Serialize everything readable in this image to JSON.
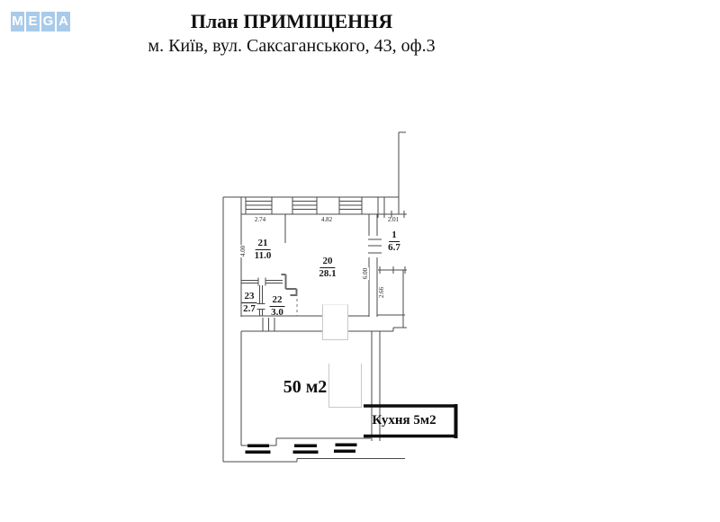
{
  "logo": {
    "letters": [
      "M",
      "E",
      "G",
      "A"
    ]
  },
  "header": {
    "title": "План ПРИМІЩЕННЯ",
    "subtitle": "м. Київ, вул. Саксаганського, 43, оф.3"
  },
  "plan": {
    "rooms": [
      {
        "number": "21",
        "area": "11.0"
      },
      {
        "number": "20",
        "area": "28.1"
      },
      {
        "number": "23",
        "area": "2.7"
      },
      {
        "number": "22",
        "area": "3.0"
      },
      {
        "number": "1",
        "area": "6.7"
      }
    ],
    "dimensions": {
      "top": [
        "2.74",
        "4.82",
        "2.01"
      ],
      "left_wall": "4.00",
      "middle_wall": "6.00",
      "right_wall": "2.66"
    },
    "open_area_label": "50 м2",
    "kitchen_label": "Кухня 5м2"
  },
  "colors": {
    "logo_tile": "#a8cbe9",
    "plan_line": "#4a4a4a",
    "thick_line": "#0d0d0d"
  }
}
